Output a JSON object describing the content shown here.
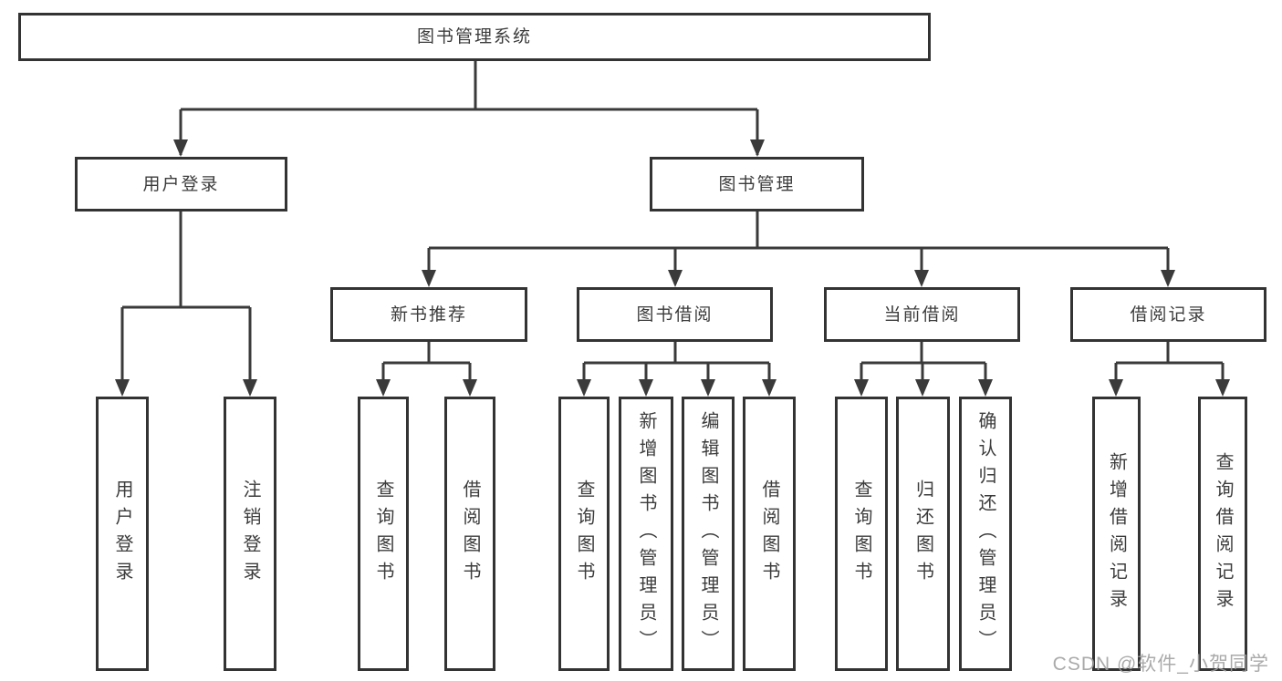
{
  "diagram": {
    "root": {
      "label": "图书管理系统"
    },
    "branches": [
      {
        "label": "用户登录",
        "children": [
          {
            "label": "用户登录"
          },
          {
            "label": "注销登录"
          }
        ]
      },
      {
        "label": "图书管理",
        "children": [
          {
            "label": "新书推荐",
            "children": [
              {
                "label": "查询图书"
              },
              {
                "label": "借阅图书"
              }
            ]
          },
          {
            "label": "图书借阅",
            "children": [
              {
                "label": "查询图书"
              },
              {
                "label": "新增图书（管理员）"
              },
              {
                "label": "编辑图书（管理员）"
              },
              {
                "label": "借阅图书"
              }
            ]
          },
          {
            "label": "当前借阅",
            "children": [
              {
                "label": "查询图书"
              },
              {
                "label": "归还图书"
              },
              {
                "label": "确认归还（管理员）"
              }
            ]
          },
          {
            "label": "借阅记录",
            "children": [
              {
                "label": "新增借阅记录"
              },
              {
                "label": "查询借阅记录"
              }
            ]
          }
        ]
      }
    ]
  },
  "watermark": {
    "text": "CSDN @软件_小贺同学"
  },
  "colors": {
    "line": "#3a3a3a",
    "border": "#333333",
    "text": "#3c3c3c",
    "background": "#ffffff",
    "watermark": "#9e9e9e"
  }
}
